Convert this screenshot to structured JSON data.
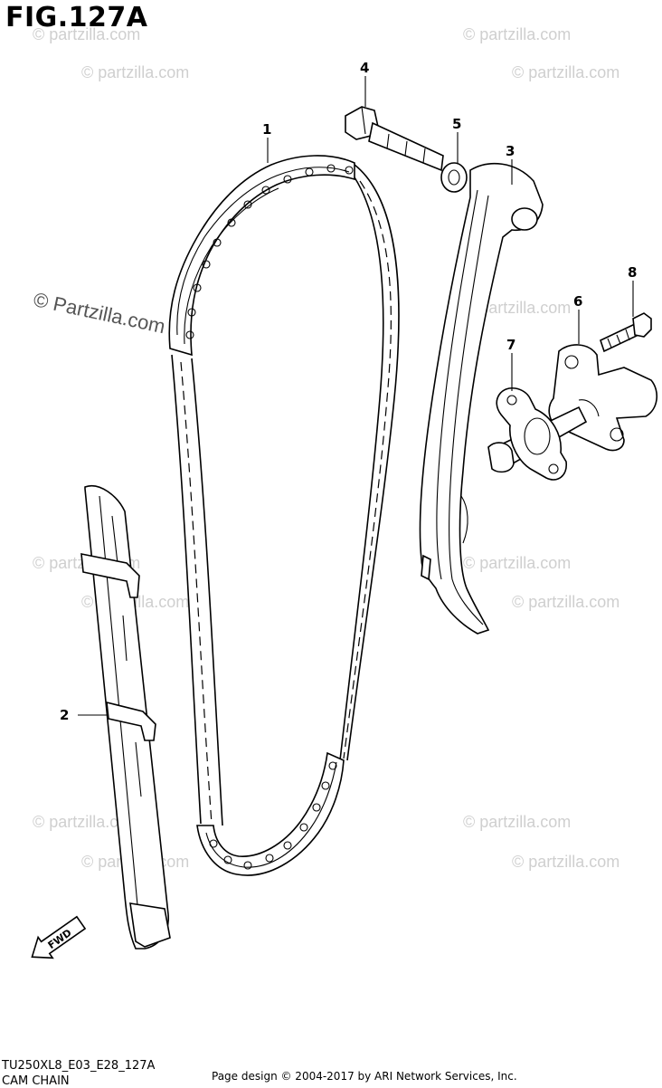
{
  "figure": {
    "title": "FIG.127A"
  },
  "watermarks": {
    "short": "© partzilla.com",
    "big": "© Partzilla.com"
  },
  "callouts": [
    {
      "num": "1"
    },
    {
      "num": "2"
    },
    {
      "num": "3"
    },
    {
      "num": "4"
    },
    {
      "num": "5"
    },
    {
      "num": "6"
    },
    {
      "num": "7"
    },
    {
      "num": "8"
    }
  ],
  "fwd_label": "FWD",
  "footer": {
    "code": "TU250XL8_E03_E28_127A",
    "caption": "CAM CHAIN",
    "copyright": "Page design © 2004-2017 by ARI Network Services, Inc."
  }
}
